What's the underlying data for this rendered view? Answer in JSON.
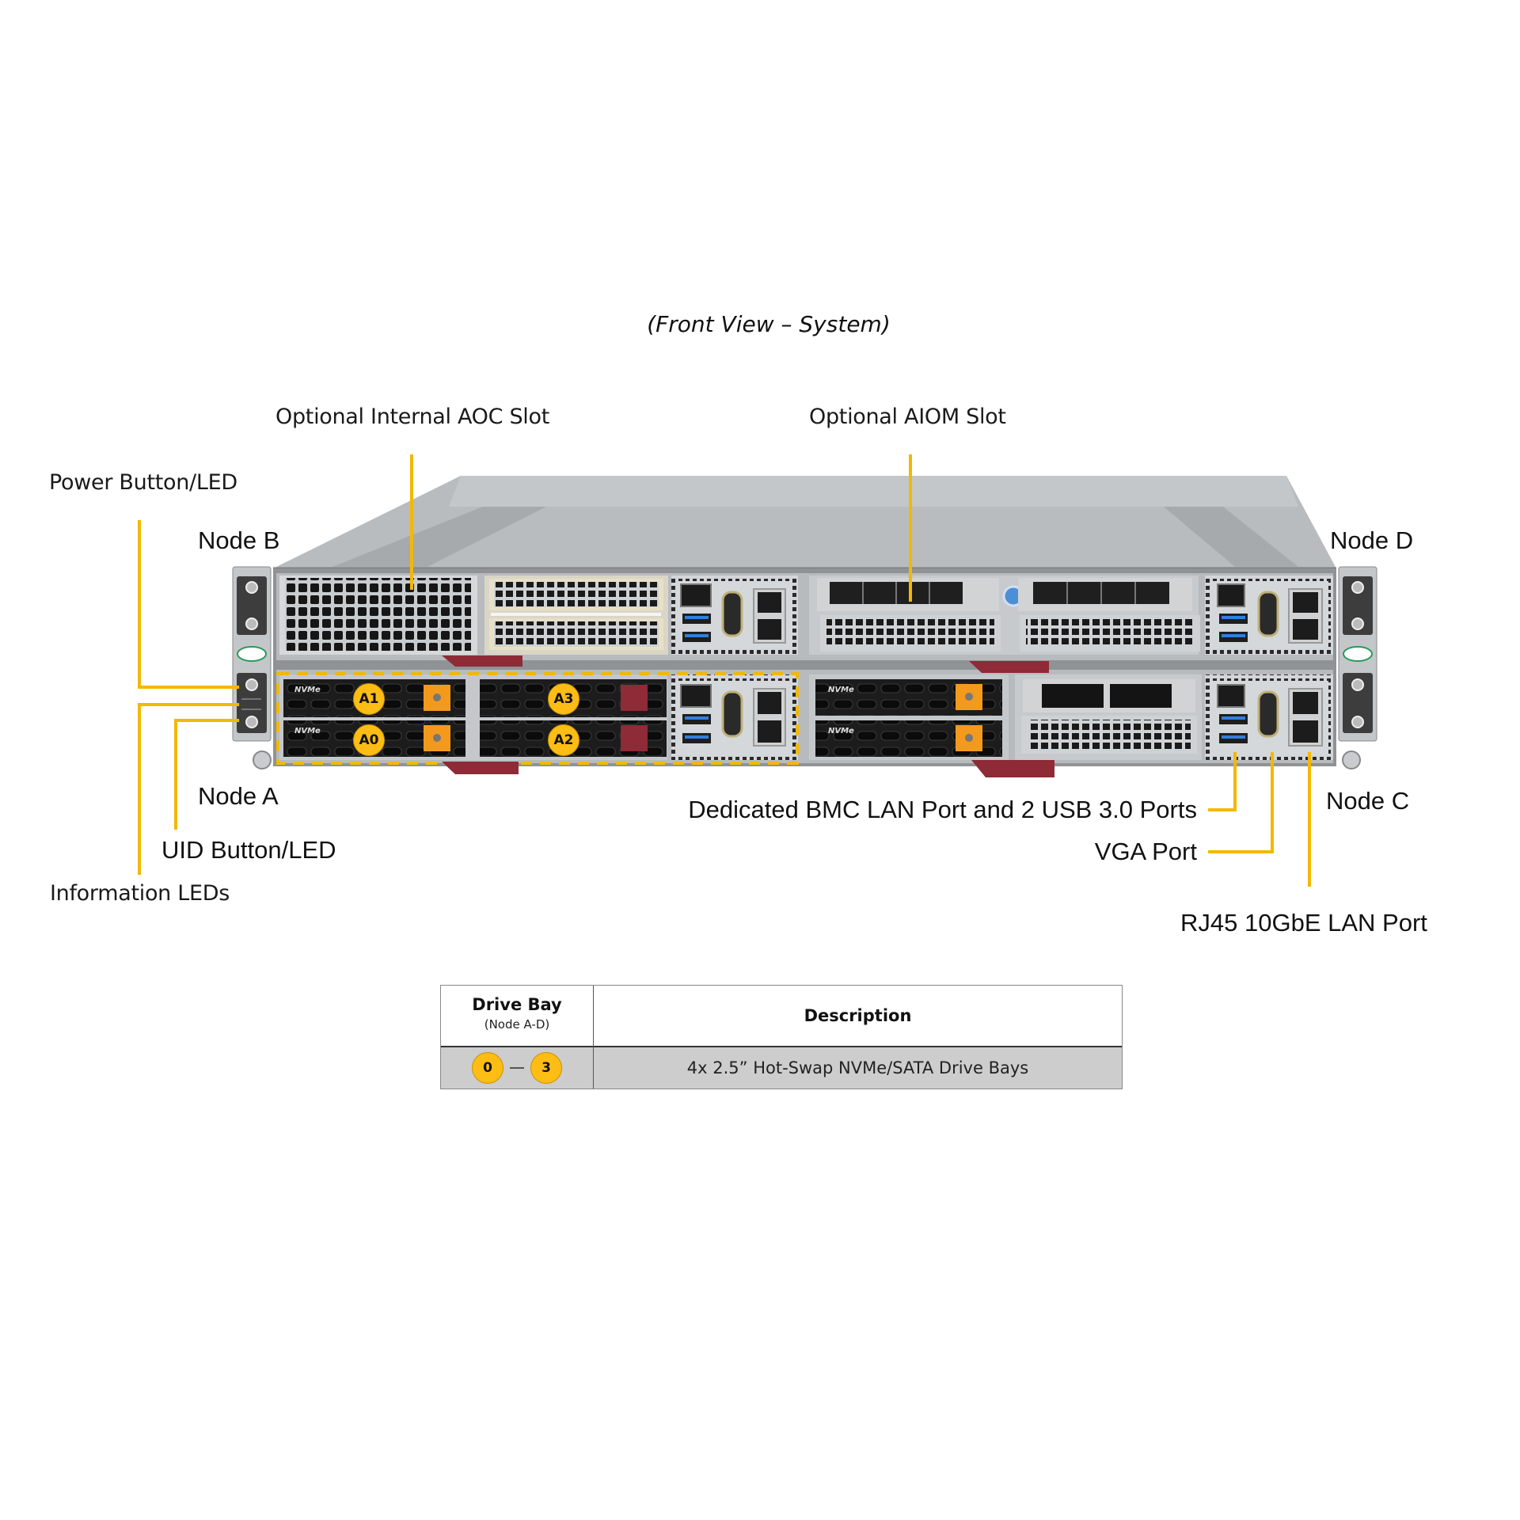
{
  "title": "(Front View – System)",
  "callouts": {
    "internal_aoc_slot": "Optional Internal AOC Slot",
    "aiom_slot": "Optional AIOM Slot",
    "power_button": "Power Button/LED",
    "node_b": "Node B",
    "node_d": "Node D",
    "node_a": "Node A",
    "node_c": "Node C",
    "uid_button": "UID Button/LED",
    "information_leds": "Information LEDs",
    "bmc_usb": "Dedicated BMC LAN Port and 2 USB 3.0 Ports",
    "vga_port": "VGA Port",
    "rj45_lan": "RJ45 10GbE LAN Port"
  },
  "drive_labels": [
    "A1",
    "A3",
    "A0",
    "A2"
  ],
  "drive_tray_text": "NVMe",
  "accent_colors": {
    "leader_line": "#f3b800",
    "badge": "#fdbd14",
    "tray_latch_orange": "#f39a1c",
    "tray_latch_red": "#8e2b36",
    "usb_blue": "#2f7fe0"
  },
  "table": {
    "headers": {
      "col1_title": "Drive Bay",
      "col1_subtitle": "(Node A-D)",
      "col2_title": "Description"
    },
    "rows": [
      {
        "bay_start": "0",
        "bay_end": "3",
        "description": "4x 2.5” Hot-Swap NVMe/SATA Drive Bays"
      }
    ]
  }
}
